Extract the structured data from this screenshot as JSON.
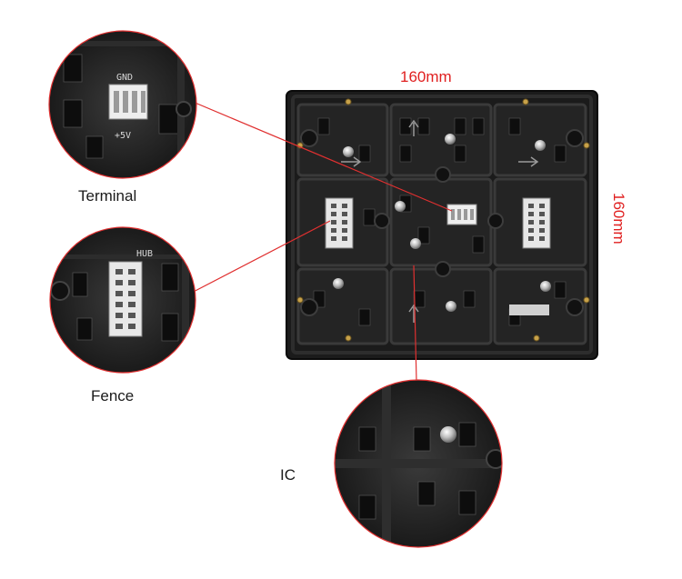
{
  "dimensions": {
    "width_label": "160mm",
    "height_label": "160mm"
  },
  "callouts": {
    "terminal": "Terminal",
    "fence": "Fence",
    "ic": "IC"
  },
  "silkscreen": {
    "gnd": "GND",
    "plus5v": "+5V",
    "hub": "HUB"
  },
  "colors": {
    "dimension": "#e02020",
    "leader": "#e03030",
    "board": "#1c1c1c",
    "caption": "#1a1a1a"
  }
}
